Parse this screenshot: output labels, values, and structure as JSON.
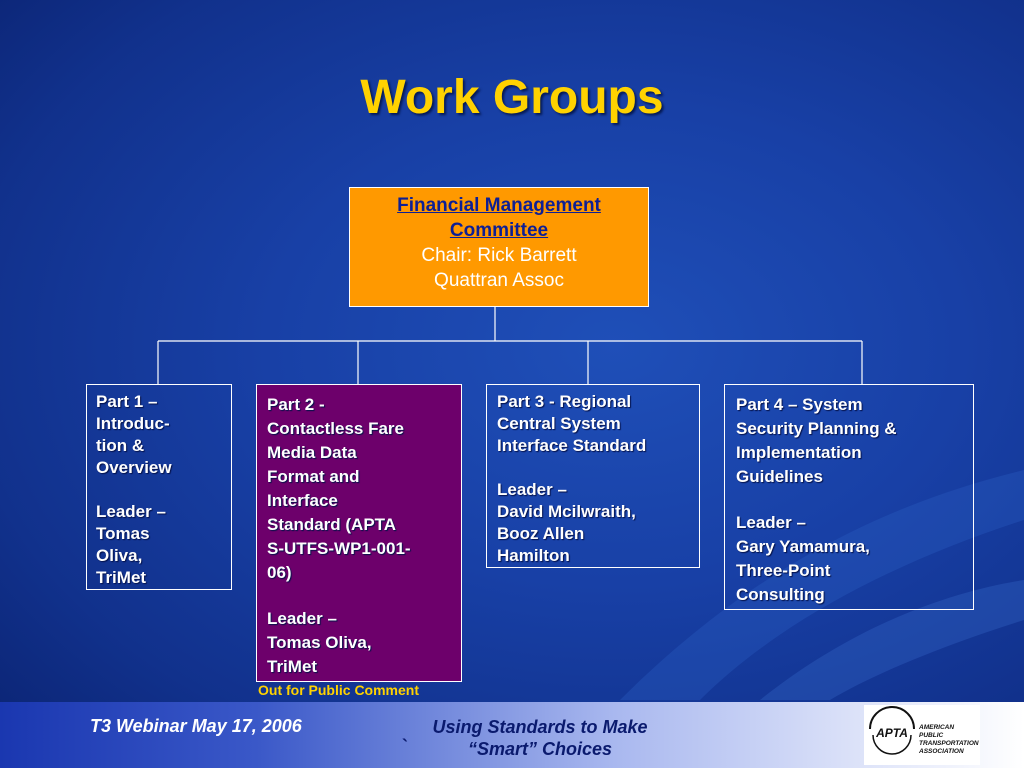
{
  "title": "Work Groups",
  "root": {
    "line1": "Financial Management",
    "line2": "Committee",
    "line3": "Chair: Rick Barrett",
    "line4": "Quattran Assoc"
  },
  "parts": [
    {
      "lines": [
        "Part 1 –",
        "Introduc-",
        "tion &",
        "Overview"
      ],
      "leader": [
        "Leader –",
        "Tomas",
        "Oliva,",
        "TriMet"
      ]
    },
    {
      "lines": [
        "Part 2 -",
        "Contactless Fare",
        "Media Data",
        "Format and",
        "Interface",
        "Standard (APTA",
        "S-UTFS-WP1-001-",
        "06)"
      ],
      "leader": [
        "Leader –",
        "Tomas Oliva,",
        "TriMet"
      ],
      "note": "Out for Public Comment"
    },
    {
      "lines": [
        "Part 3 - Regional",
        "Central System",
        "Interface Standard"
      ],
      "leader": [
        "Leader –",
        "David Mcilwraith,",
        "Booz Allen",
        "Hamilton"
      ]
    },
    {
      "lines": [
        "Part 4 – System",
        "Security Planning &",
        "Implementation",
        "Guidelines"
      ],
      "leader": [
        "Leader –",
        "Gary Yamamura,",
        "Three-Point",
        "Consulting"
      ]
    }
  ],
  "footer": {
    "left": "T3 Webinar May 17, 2006",
    "mid_line1": "Using Standards to Make",
    "mid_line2": "“Smart” Choices",
    "tick": "`"
  },
  "logo": {
    "mark": "APTA",
    "text": [
      "AMERICAN",
      "PUBLIC",
      "TRANSPORTATION",
      "ASSOCIATION"
    ]
  },
  "colors": {
    "title": "#ffd200",
    "root_fill": "#ff9900",
    "highlight_fill": "#6d006b",
    "connector": "#ffffff"
  }
}
